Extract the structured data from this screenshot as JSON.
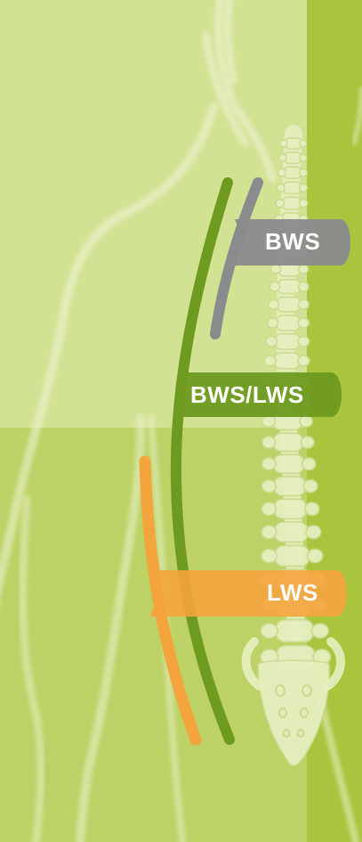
{
  "labels": {
    "bws": "BWS",
    "bws_lws": "BWS/LWS",
    "lws": "LWS"
  },
  "colors": {
    "background_left_top": "#cfe08e",
    "background_left_bottom": "#bcd266",
    "background_right": "#a4c23a",
    "bws_band": "#8a8b8d",
    "bws_lws_band": "#6e9a1f",
    "lws_band": "#f4a43c",
    "spine_fill": "#e6efc0",
    "silhouette_outline": "#e9f1cf"
  },
  "icons": {
    "figure": "human-back-silhouette",
    "spine": "spine-vertebrae-illustration"
  }
}
